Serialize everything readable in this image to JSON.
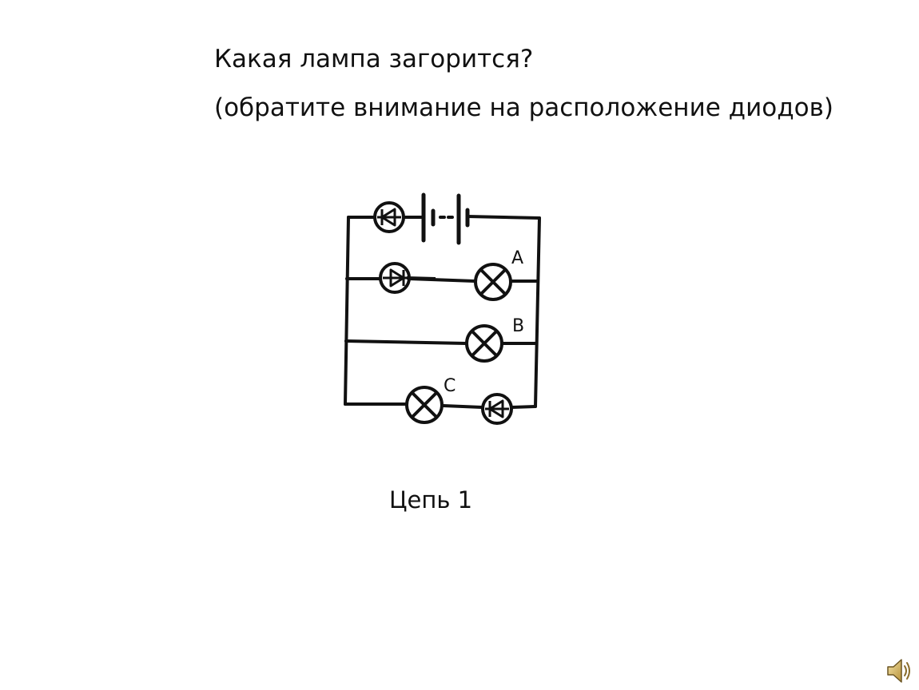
{
  "slide": {
    "question_line1": "Какая лампа загорится?",
    "question_line2": "(обратите внимание на расположение диодов)",
    "caption": "Цепь 1"
  },
  "circuit": {
    "lamp_labels": {
      "a": "A",
      "b": "B",
      "c": "C"
    },
    "colors": {
      "wire": "#111111",
      "background": "#ffffff"
    }
  },
  "icons": {
    "audio": "speaker-icon"
  }
}
